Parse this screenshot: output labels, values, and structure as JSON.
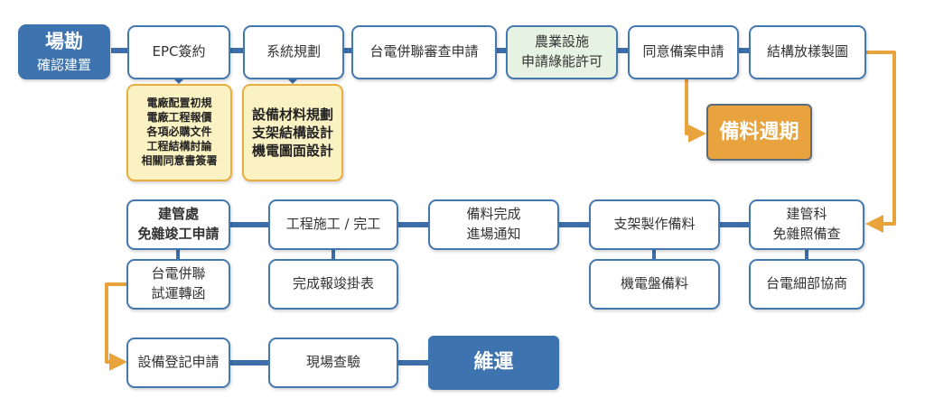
{
  "colors": {
    "primary": "#3d73ae",
    "connector": "#3d6eaa",
    "accent_orange": "#e9a33d",
    "yellow_fill": "#fbf2c3",
    "green_fill": "#e6f2e2"
  },
  "nodes": {
    "start": [
      "場勘",
      "確認建置"
    ],
    "epc": [
      "EPC簽約"
    ],
    "epc_details": [
      "電廠配置初規",
      "電廠工程報價",
      "各項必購文件",
      "工程結構討論",
      "相關同意書簽署"
    ],
    "system_planning": [
      "系統規劃"
    ],
    "planning_details": [
      "設備材料規劃",
      "支架結構設計",
      "機電圖面設計"
    ],
    "grid_review": [
      "台電併聯審查申請"
    ],
    "agri_facility": [
      "農業設施",
      "申請綠能許可"
    ],
    "consent_filing": [
      "同意備案申請"
    ],
    "structural_drawing": [
      "結構放樣製圖"
    ],
    "material_cycle": [
      "備料週期"
    ],
    "building_exemption_check": [
      "建管科",
      "免雜照備查"
    ],
    "taipower_coordination": [
      "台電細部協商"
    ],
    "bracket_fabrication": [
      "支架製作備料"
    ],
    "mep_preparation": [
      "機電盤備料"
    ],
    "materials_ready": [
      "備料完成",
      "進場通知"
    ],
    "construction": [
      "工程施工 / 完工"
    ],
    "completion_report": [
      "完成報竣掛表"
    ],
    "building_completion": [
      "建管處",
      "免雜竣工申請"
    ],
    "trial_operation": [
      "台電併聯",
      "試運轉函"
    ],
    "equipment_registration": [
      "設備登記申請"
    ],
    "site_inspection": [
      "現場查驗"
    ],
    "operations": [
      "維運"
    ]
  }
}
